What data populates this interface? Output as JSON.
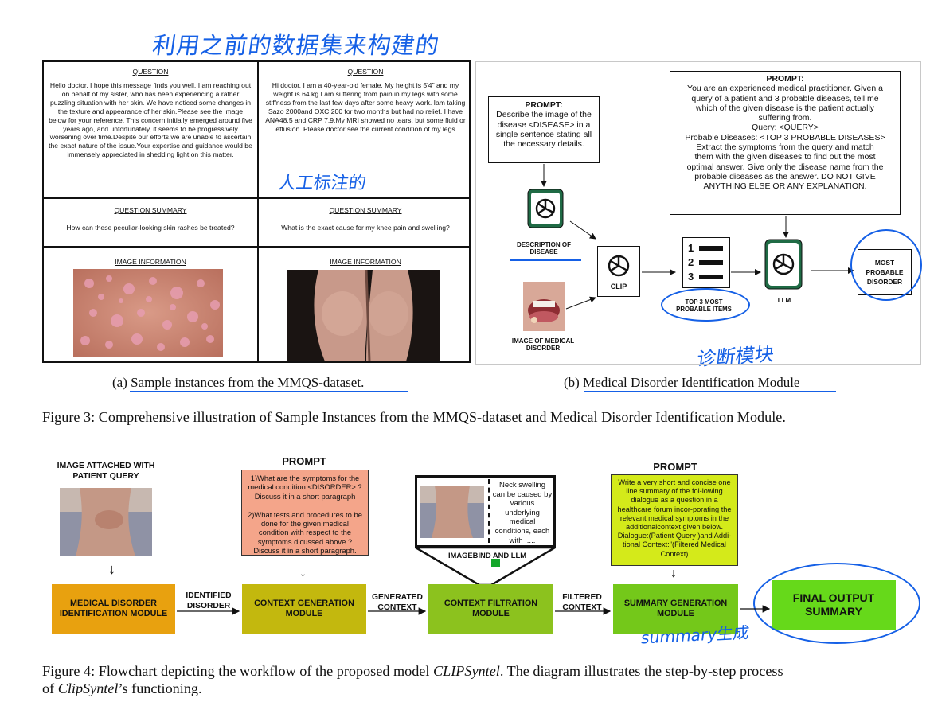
{
  "annotations": {
    "top": "利用之前的数据集来构建的",
    "middle": "人工标注的",
    "right": "诊断模块",
    "bottom": "summary生成"
  },
  "panel_a": {
    "col1": {
      "question_head": "QUESTION",
      "question": "Hello doctor, I hope this message finds you well. I am reaching out on behalf of my sister, who has been experiencing a rather puzzling situation with her skin. We have noticed some changes in the texture and appearance of her skin.Please see the image below for your reference. This concern initially emerged around five years ago, and unfortunately, it seems to be progressively worsening over time.Despite our efforts,we are unable to ascertain the exact nature of the issue.Your expertise and guidance would be immensely appreciated in shedding light on this matter.",
      "summary_head": "QUESTION SUMMARY",
      "summary": "How can these peculiar-looking skin rashes be treated?",
      "image_head": "IMAGE INFORMATION"
    },
    "col2": {
      "question_head": "QUESTION",
      "question": "Hi doctor, I am a 40-year-old female. My height is 5'4\" and my weight is 64 kg.I am suffering from pain in my legs with some stiffness from the last few days after some heavy work. Iam taking Sazo 2000and OXC 200 for two months but had no relief. I have ANA48.5 and CRP 7.9.My MRI showed no tears, but some fluid or effusion. Please doctor see the current condition of my legs",
      "summary_head": "QUESTION SUMMARY",
      "summary": "What is the exact cause for my knee pain and swelling?",
      "image_head": "IMAGE INFORMATION"
    },
    "caption_prefix": "(a) ",
    "caption": "Sample instances from the MMQS-dataset."
  },
  "panel_b": {
    "prompt1_title": "PROMPT:",
    "prompt1": "Describe the image of the disease <DISEASE> in a single sentence stating all the necessary details.",
    "prompt2_title": "PROMPT:",
    "prompt2_lines": [
      "You are an experienced medical practitioner. Given a",
      "query of a patient and 3 probable diseases, tell me",
      "which of the given disease is the patient actually",
      "suffering from.",
      "Query: <QUERY>",
      "Probable Diseases: <TOP 3 PROBABLE DISEASES>",
      "Extract the symptoms from the query and match",
      "them with the given diseases to find out the most",
      "optimal answer. Give only the disease name from the",
      "probable diseases as the answer. DO NOT GIVE",
      "ANYTHING ELSE OR ANY EXPLANATION."
    ],
    "desc_label": "DESCRIPTION OF DISEASE",
    "image_label": "IMAGE OF MEDICAL DISORDER",
    "clip_label": "CLIP",
    "list_numbers": [
      "1",
      "2",
      "3"
    ],
    "top3_label": "TOP 3 MOST PROBABLE ITEMS",
    "llm_label": "LLM",
    "result_label": "MOST PROBABLE DISORDER",
    "caption_prefix": "(b) ",
    "caption": "Medical Disorder Identification Module"
  },
  "figure3_caption": "Figure 3: Comprehensive illustration of Sample Instances from the MMQS-dataset and Medical Disorder Identification Module.",
  "flow": {
    "image_attached_label": "IMAGE ATTACHED WITH PATIENT QUERY",
    "prompt1_title": "PROMPT",
    "prompt1": "1)What are the symptoms for the medical condition <DISORDER> ? Discuss it in a short paragraph\n\n2)What tests and procedures to be done for the given medical condition with respect to the symptoms dicussed above.? Discuss it in a short paragraph.",
    "filter_text": "Neck swelling can be caused by various underlying medical conditions, each with .....",
    "imagebind_label": "IMAGEBIND AND LLM",
    "prompt2_title": "PROMPT",
    "prompt2": "Write a very short and concise one line summary of the fol-lowing dialogue as a question in a healthcare forum incor-porating the relevant medical symptoms in the additionalcontext given below. Dialogue:(Patient Query )and Addi-tional Context:\"(Filtered Medical Context)",
    "boxes": {
      "mdi": "MEDICAL DISORDER IDENTIFICATION MODULE",
      "cg": "CONTEXT GENERATION MODULE",
      "cf": "CONTEXT FILTRATION MODULE",
      "sg": "SUMMARY GENERATION MODULE",
      "final": "FINAL OUTPUT SUMMARY"
    },
    "edges": {
      "e1a": "IDENTIFIED",
      "e1b": "DISORDER",
      "e2a": "GENERATED",
      "e2b": "CONTEXT",
      "e3a": "FILTERED",
      "e3b": "CONTEXT"
    },
    "colors": {
      "mdi": "#e8a10f",
      "cg": "#c3b80e",
      "cf": "#8cc21e",
      "sg": "#74c81a",
      "final": "#66d91a",
      "prompt1_bg": "#f4a58a",
      "prompt2_bg": "#d4ea1a"
    }
  },
  "figure4_caption_parts": {
    "p1": "Figure 4: Flowchart depicting the workflow of the proposed model ",
    "p2": "CLIPSyntel",
    "p3": ". The diagram illustrates the step-by-step process",
    "p4": "of ",
    "p5": "ClipSyntel",
    "p6": "’s functioning."
  }
}
